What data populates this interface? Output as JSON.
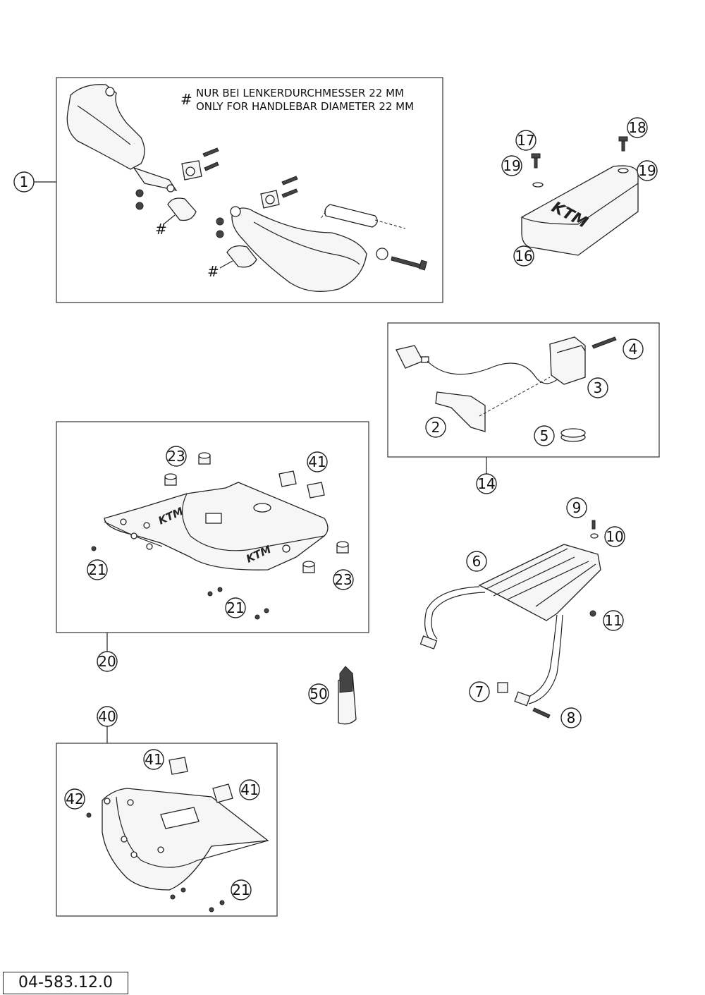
{
  "note": {
    "symbol": "#",
    "line_de": "NUR BEI LENKERDURCHMESSER 22 MM",
    "line_en": "ONLY FOR HANDLEBAR DIAMETER 22 MM"
  },
  "hash_mark": "#",
  "logo": "KTM",
  "callouts": {
    "c1": "1",
    "c2": "2",
    "c3": "3",
    "c4": "4",
    "c5": "5",
    "c6": "6",
    "c7": "7",
    "c8": "8",
    "c9": "9",
    "c10": "10",
    "c11": "11",
    "c14": "14",
    "c16": "16",
    "c17": "17",
    "c18": "18",
    "c19": "19",
    "c20": "20",
    "c21": "21",
    "c23": "23",
    "c40": "40",
    "c41": "41",
    "c42": "42",
    "c50": "50"
  },
  "doc_id": "04-583.12.0"
}
